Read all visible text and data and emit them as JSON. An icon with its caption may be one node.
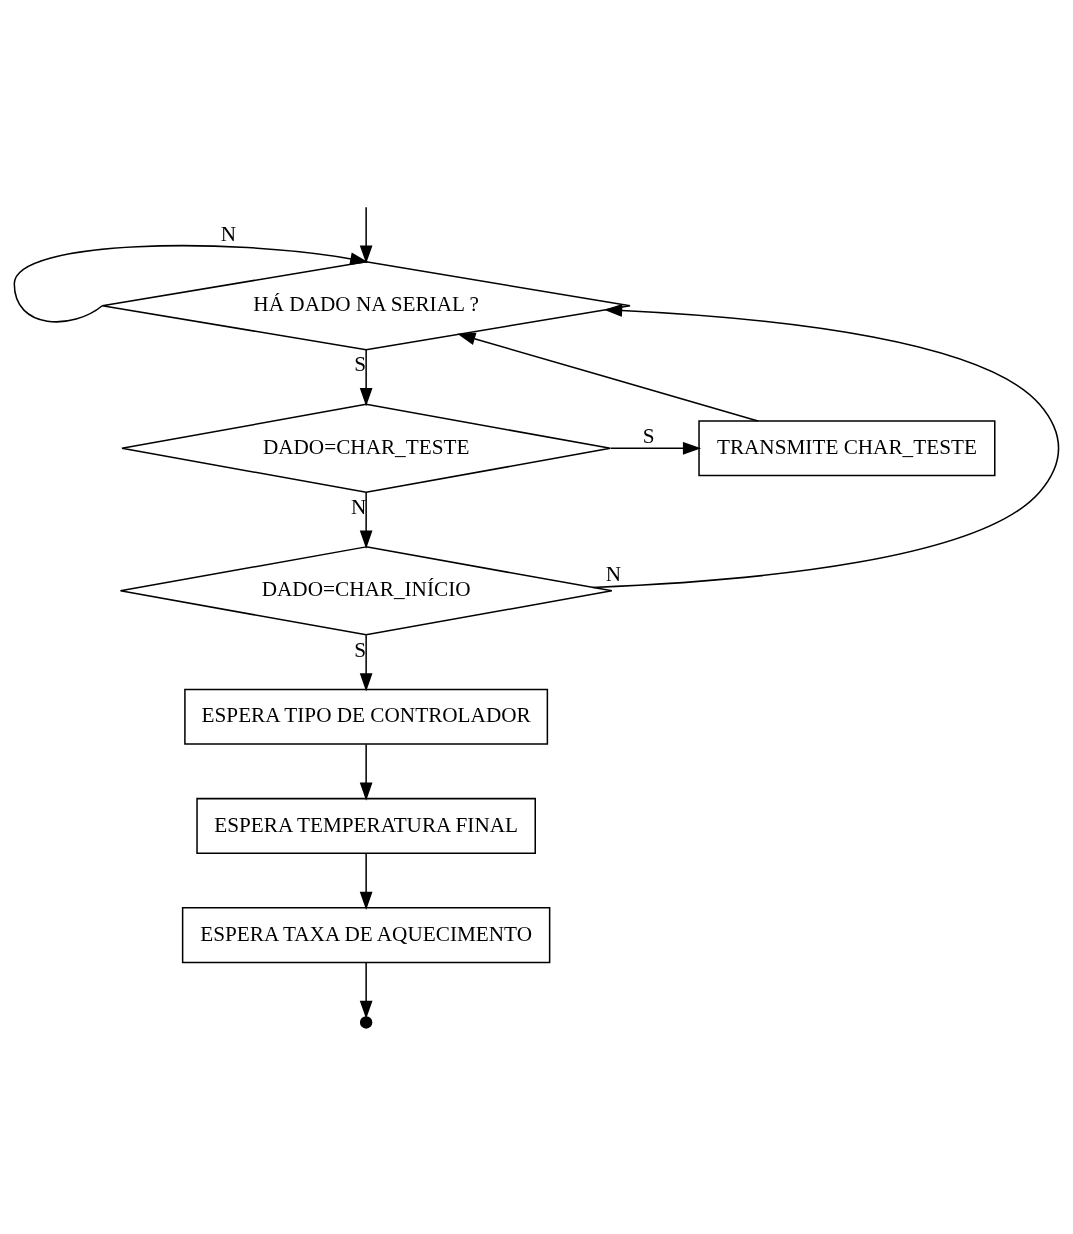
{
  "diagram": {
    "nodes": [
      {
        "text": [
          "HÁ DADO NA SERIAL ?"
        ]
      },
      {
        "text": [
          "DADO=CHAR_TESTE"
        ]
      },
      {
        "text": [
          "TRANSMITE CHAR_TESTE"
        ]
      },
      {
        "text": [
          "DADO=CHAR_INÍCIO"
        ]
      },
      {
        "text": [
          "ESPERA TIPO DE CONTROLADOR"
        ]
      },
      {
        "text": [
          "ESPERA TEMPERATURA FINAL"
        ]
      },
      {
        "text": [
          "ESPERA TAXA DE AQUECIMENTO"
        ]
      },
      {
        "text": [],
        "shape": "dots"
      }
    ],
    "edges": [
      {
        "from": null,
        "to": 0,
        "arrow": "to"
      },
      {
        "from": 0,
        "to": 0,
        "label": "N",
        "arrow": "to"
      },
      {
        "from": 0,
        "to": 1,
        "label": "S",
        "arrow": "to"
      },
      {
        "from": 1,
        "to": 2,
        "label": "S",
        "arrow": "to"
      },
      {
        "from": 2,
        "to": 0,
        "arrow": "to"
      },
      {
        "from": 1,
        "to": 3,
        "label": "N",
        "arrow": "to"
      },
      {
        "from": 3,
        "to": 0,
        "label": "N",
        "arrow": "to"
      },
      {
        "from": 3,
        "to": 4,
        "label": "S",
        "arrow": "to"
      },
      {
        "from": 4,
        "to": 5,
        "arrow": "to"
      },
      {
        "from": 5,
        "to": 6,
        "arrow": "to"
      },
      {
        "from": 6,
        "to": 7,
        "arrow": "to"
      }
    ]
  }
}
